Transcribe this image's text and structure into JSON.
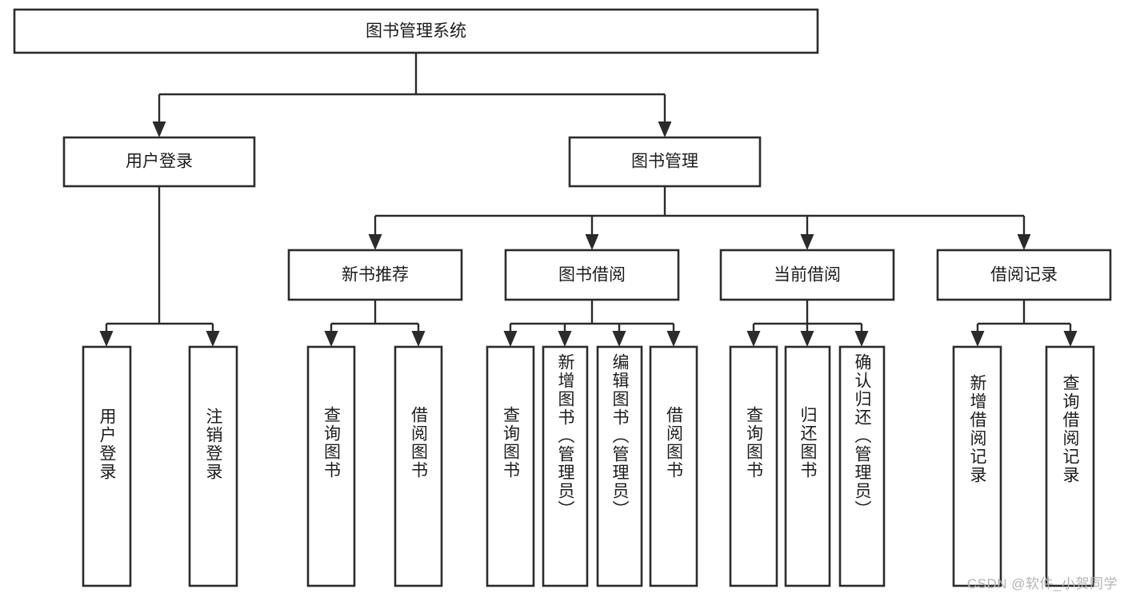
{
  "diagram": {
    "type": "tree",
    "title": "图书管理系统",
    "orientation": "top-down",
    "colors": {
      "box_stroke": "#2b2b2b",
      "box_fill": "#ffffff",
      "connector": "#2b2b2b",
      "text": "#1c1c1c",
      "background": "#ffffff",
      "watermark": "#b4b4b4"
    },
    "root": {
      "label": "图书管理系统"
    },
    "level1": [
      {
        "id": "user-login",
        "label": "用户登录"
      },
      {
        "id": "book-management",
        "label": "图书管理"
      }
    ],
    "level2": [
      {
        "id": "new-book-recommend",
        "label": "新书推荐",
        "parent": "book-management"
      },
      {
        "id": "book-borrow",
        "label": "图书借阅",
        "parent": "book-management"
      },
      {
        "id": "current-borrow",
        "label": "当前借阅",
        "parent": "book-management"
      },
      {
        "id": "borrow-record",
        "label": "借阅记录",
        "parent": "book-management"
      }
    ],
    "leaves": [
      {
        "id": "leaf-user-login",
        "label": "用户登录",
        "parent": "user-login"
      },
      {
        "id": "leaf-logout-login",
        "label": "注销登录",
        "parent": "user-login"
      },
      {
        "id": "leaf-query-book-1",
        "label": "查询图书",
        "parent": "new-book-recommend"
      },
      {
        "id": "leaf-borrow-book-1",
        "label": "借阅图书",
        "parent": "new-book-recommend"
      },
      {
        "id": "leaf-query-book-2",
        "label": "查询图书",
        "parent": "book-borrow"
      },
      {
        "id": "leaf-add-book",
        "label": "新增图书（管理员）",
        "parent": "book-borrow"
      },
      {
        "id": "leaf-edit-book",
        "label": "编辑图书（管理员）",
        "parent": "book-borrow"
      },
      {
        "id": "leaf-borrow-book-2",
        "label": "借阅图书",
        "parent": "book-borrow"
      },
      {
        "id": "leaf-query-book-3",
        "label": "查询图书",
        "parent": "current-borrow"
      },
      {
        "id": "leaf-return-book",
        "label": "归还图书",
        "parent": "current-borrow"
      },
      {
        "id": "leaf-confirm-return",
        "label": "确认归还（管理员）",
        "parent": "current-borrow"
      },
      {
        "id": "leaf-add-record",
        "label": "新增借阅记录",
        "parent": "borrow-record"
      },
      {
        "id": "leaf-query-record",
        "label": "查询借阅记录",
        "parent": "borrow-record"
      }
    ],
    "watermark": "CSDN @软件_小贺同学"
  }
}
